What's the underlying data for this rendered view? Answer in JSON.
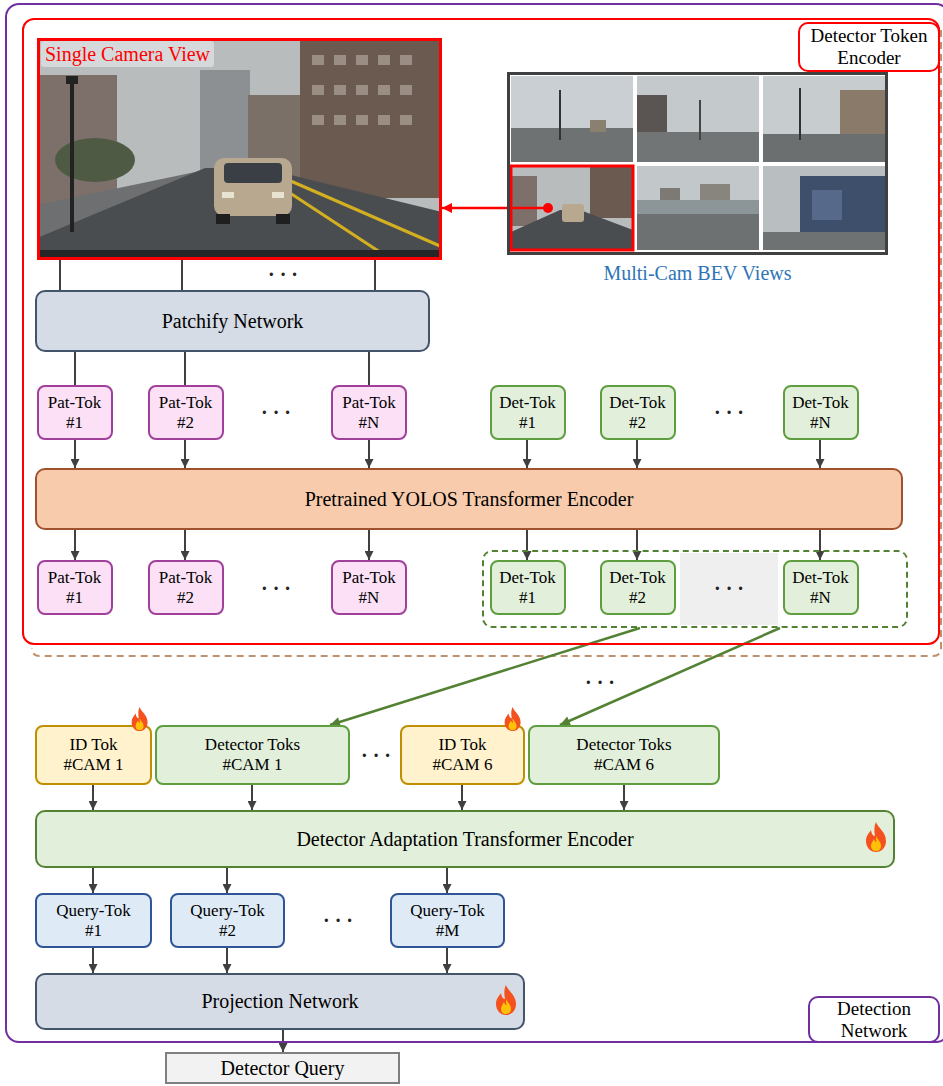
{
  "diagram": {
    "nodes": [
      {
        "text": [
          "Detection Network"
        ]
      },
      {
        "text": [
          "Detector Token Encoder"
        ],
        "in": 0
      },
      {
        "text": [
          "Single Camera View"
        ],
        "in": 1
      },
      {
        "text": [
          "Multi-Cam BEV Views"
        ],
        "in": 1
      },
      {
        "text": [
          "Patchify Network"
        ],
        "in": 1
      },
      {
        "text": [
          "Pat-Tok #1"
        ],
        "in": 1
      },
      {
        "text": [
          "Pat-Tok #2"
        ],
        "in": 1
      },
      {
        "text": [
          "Pat-Tok #N"
        ],
        "in": 1
      },
      {
        "text": [
          "Det-Tok #1"
        ],
        "in": 1
      },
      {
        "text": [
          "Det-Tok #2"
        ],
        "in": 1
      },
      {
        "text": [
          "Det-Tok #N"
        ],
        "in": 1
      },
      {
        "text": [
          "Pretrained YOLOS Transformer Encoder"
        ],
        "in": 1
      },
      {
        "text": [
          "Pat-Tok #1"
        ],
        "in": 1
      },
      {
        "text": [
          "Pat-Tok #2"
        ],
        "in": 1
      },
      {
        "text": [
          "Pat-Tok #N"
        ],
        "in": 1
      },
      {
        "text": [],
        "in": 1
      },
      {
        "text": [
          "Det-Tok #1"
        ],
        "in": 15
      },
      {
        "text": [
          "Det-Tok #2"
        ],
        "in": 15
      },
      {
        "text": [
          "Det-Tok #N"
        ],
        "in": 15
      },
      {
        "text": [
          "ID Tok #CAM 1"
        ],
        "in": 0
      },
      {
        "text": [
          "Detector Toks #CAM 1"
        ],
        "in": 0
      },
      {
        "text": [
          "ID Tok #CAM 6"
        ],
        "in": 0
      },
      {
        "text": [
          "Detector Toks #CAM 6"
        ],
        "in": 0
      },
      {
        "text": [
          "Detector Adaptation Transformer Encoder"
        ],
        "in": 0
      },
      {
        "text": [
          "Query-Tok #1"
        ],
        "in": 0
      },
      {
        "text": [
          "Query-Tok #2"
        ],
        "in": 0
      },
      {
        "text": [
          "Query-Tok #M"
        ],
        "in": 0
      },
      {
        "text": [
          "Projection Network"
        ],
        "in": 0
      },
      {
        "text": [
          "Detector Query"
        ]
      }
    ],
    "edges": [
      {
        "from": 3,
        "to": 2,
        "arrow": "to"
      },
      {
        "from": 2,
        "to": 4,
        "arrow": "none"
      },
      {
        "from": 2,
        "to": 4,
        "arrow": "none"
      },
      {
        "from": 2,
        "to": 4,
        "arrow": "none"
      },
      {
        "from": 4,
        "to": 5,
        "arrow": "none"
      },
      {
        "from": 4,
        "to": 6,
        "arrow": "none"
      },
      {
        "from": 4,
        "to": 7,
        "arrow": "none"
      },
      {
        "from": 5,
        "to": 11,
        "arrow": "to"
      },
      {
        "from": 6,
        "to": 11,
        "arrow": "to"
      },
      {
        "from": 7,
        "to": 11,
        "arrow": "to"
      },
      {
        "from": 8,
        "to": 11,
        "arrow": "to"
      },
      {
        "from": 9,
        "to": 11,
        "arrow": "to"
      },
      {
        "from": 10,
        "to": 11,
        "arrow": "to"
      },
      {
        "from": 11,
        "to": 12,
        "arrow": "to"
      },
      {
        "from": 11,
        "to": 13,
        "arrow": "to"
      },
      {
        "from": 11,
        "to": 14,
        "arrow": "to"
      },
      {
        "from": 11,
        "to": 16,
        "arrow": "to"
      },
      {
        "from": 11,
        "to": 17,
        "arrow": "to"
      },
      {
        "from": 11,
        "to": 18,
        "arrow": "to"
      },
      {
        "from": 15,
        "to": 20,
        "arrow": "to"
      },
      {
        "from": 15,
        "to": 22,
        "arrow": "to"
      },
      {
        "from": 19,
        "to": 23,
        "arrow": "to"
      },
      {
        "from": 20,
        "to": 23,
        "arrow": "to"
      },
      {
        "from": 21,
        "to": 23,
        "arrow": "to"
      },
      {
        "from": 22,
        "to": 23,
        "arrow": "to"
      },
      {
        "from": 23,
        "to": 24,
        "arrow": "to"
      },
      {
        "from": 23,
        "to": 25,
        "arrow": "to"
      },
      {
        "from": 23,
        "to": 26,
        "arrow": "to"
      },
      {
        "from": 24,
        "to": 27,
        "arrow": "to"
      },
      {
        "from": 25,
        "to": 27,
        "arrow": "to"
      },
      {
        "from": 26,
        "to": 27,
        "arrow": "to"
      },
      {
        "from": 27,
        "to": 28,
        "arrow": "to"
      }
    ],
    "labels": [
      "· · ·",
      "· · ·",
      "· · ·",
      "· · ·",
      "· · ·",
      "· · ·",
      "· · ·",
      "· · ·"
    ]
  }
}
